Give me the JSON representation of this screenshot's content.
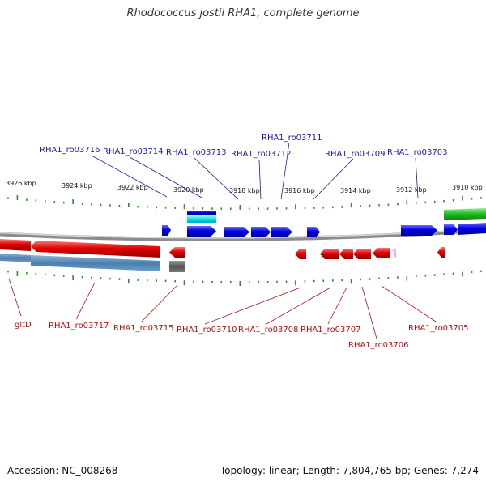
{
  "title": "Rhodococcus jostii RHA1, complete genome",
  "footer": {
    "accession": "Accession: NC_008268",
    "topology": "Topology: linear; Length: 7,804,765 bp; Genes: 7,274"
  },
  "colors": {
    "forward_label": "#1a1aa6",
    "reverse_label": "#b31010",
    "tick": "#2e8b2e",
    "backbone": "#8c8c8c"
  },
  "kbp_ticks": [
    "3926 kbp",
    "3924 kbp",
    "3922 kbp",
    "3920 kbp",
    "3918 kbp",
    "3916 kbp",
    "3914 kbp",
    "3912 kbp",
    "3910 kbp"
  ],
  "forward_labels": [
    "RHA1_ro03716",
    "RHA1_ro03714",
    "RHA1_ro03713",
    "RHA1_ro03712",
    "RHA1_ro03711",
    "RHA1_ro03709",
    "RHA1_ro03703"
  ],
  "reverse_labels": [
    "gltD",
    "RHA1_ro03717",
    "RHA1_ro03715",
    "RHA1_ro03710",
    "RHA1_ro03708",
    "RHA1_ro03707",
    "RHA1_ro03706",
    "RHA1_ro03705"
  ]
}
